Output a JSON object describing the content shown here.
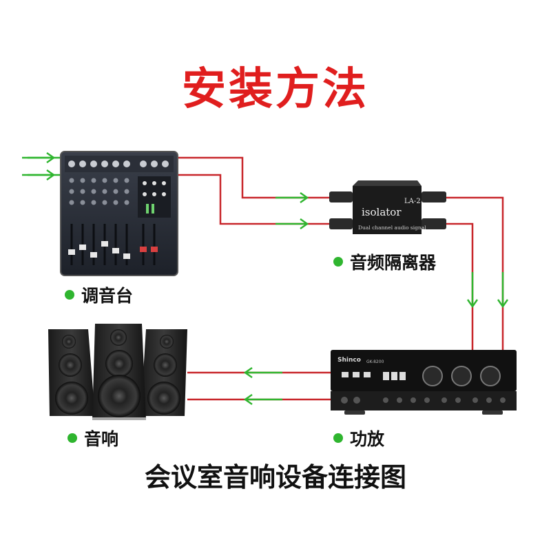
{
  "title": "安装方法",
  "caption": "会议室音响设备连接图",
  "colors": {
    "title": "#e01e1e",
    "wire": "#c8262a",
    "arrow": "#2fb52f",
    "bullet": "#2fb52f"
  },
  "devices": {
    "mixer": {
      "label": "调音台"
    },
    "isolator": {
      "label": "音频隔离器",
      "brand_text": "isolator",
      "model_text": "LA-2",
      "subtext": "Dual channel audio signal"
    },
    "amplifier": {
      "label": "功放",
      "brand_text": "Shinco",
      "model_text": "GK-8200"
    },
    "speakers": {
      "label": "音响"
    }
  }
}
